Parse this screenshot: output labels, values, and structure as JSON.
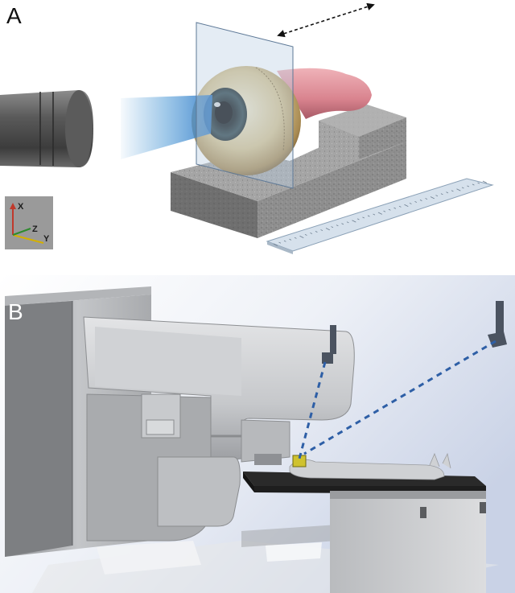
{
  "panels": [
    {
      "label": "A"
    },
    {
      "label": "B"
    }
  ],
  "axes_gizmo": {
    "x": "X",
    "y": "Y",
    "z": "Z"
  },
  "colors": {
    "beam_blue": "#4f9ad6",
    "concrete": "#8a8a8a",
    "eye_iris": "#22343a",
    "optic_nerve": "#d9848f",
    "machine_gray": "#c9cbce",
    "table_black": "#1e1e1e",
    "laser_dash": "#2e5fa6",
    "background_gradient_start": "#ffffff",
    "background_gradient_end": "#c9d2e6"
  },
  "icons": [
    "double-arrow-icon",
    "axes-gizmo-icon"
  ]
}
